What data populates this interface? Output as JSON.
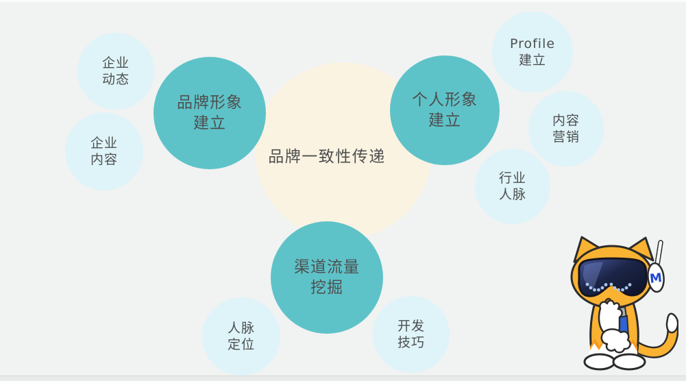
{
  "diagram": {
    "hub": {
      "label": "品牌一致性传递"
    },
    "main_nodes": [
      {
        "id": "brand-image",
        "label": "品牌形象\n建立"
      },
      {
        "id": "personal-image",
        "label": "个人形象\n建立"
      },
      {
        "id": "channel-traffic",
        "label": "渠道流量\n挖掘"
      }
    ],
    "sub_nodes": [
      {
        "id": "company-news",
        "label": "企业\n动态"
      },
      {
        "id": "company-content",
        "label": "企业\n内容"
      },
      {
        "id": "profile-setup",
        "label": "Profile\n建立"
      },
      {
        "id": "content-marketing",
        "label": "内容\n营销"
      },
      {
        "id": "industry-contacts",
        "label": "行业\n人脉"
      },
      {
        "id": "contacts-positioning",
        "label": "人脉\n定位"
      },
      {
        "id": "development-skills",
        "label": "开发\n技巧"
      }
    ]
  },
  "mascot": {
    "description": "yellow cat wearing goggles headset",
    "headset_letter": "M"
  },
  "colors": {
    "teal": "#5ec3c8",
    "light_cyan": "#def4f8",
    "cream": "#fbf3e1",
    "background": "#f1f2f2",
    "text": "#4e4f50",
    "mascot_yellow": "#f9b232",
    "mascot_orange": "#f59a1f",
    "goggle_navy": "#141b33",
    "goggle_dot_blue": "#a9c4ee",
    "headset_m_blue": "#1d47d4"
  }
}
